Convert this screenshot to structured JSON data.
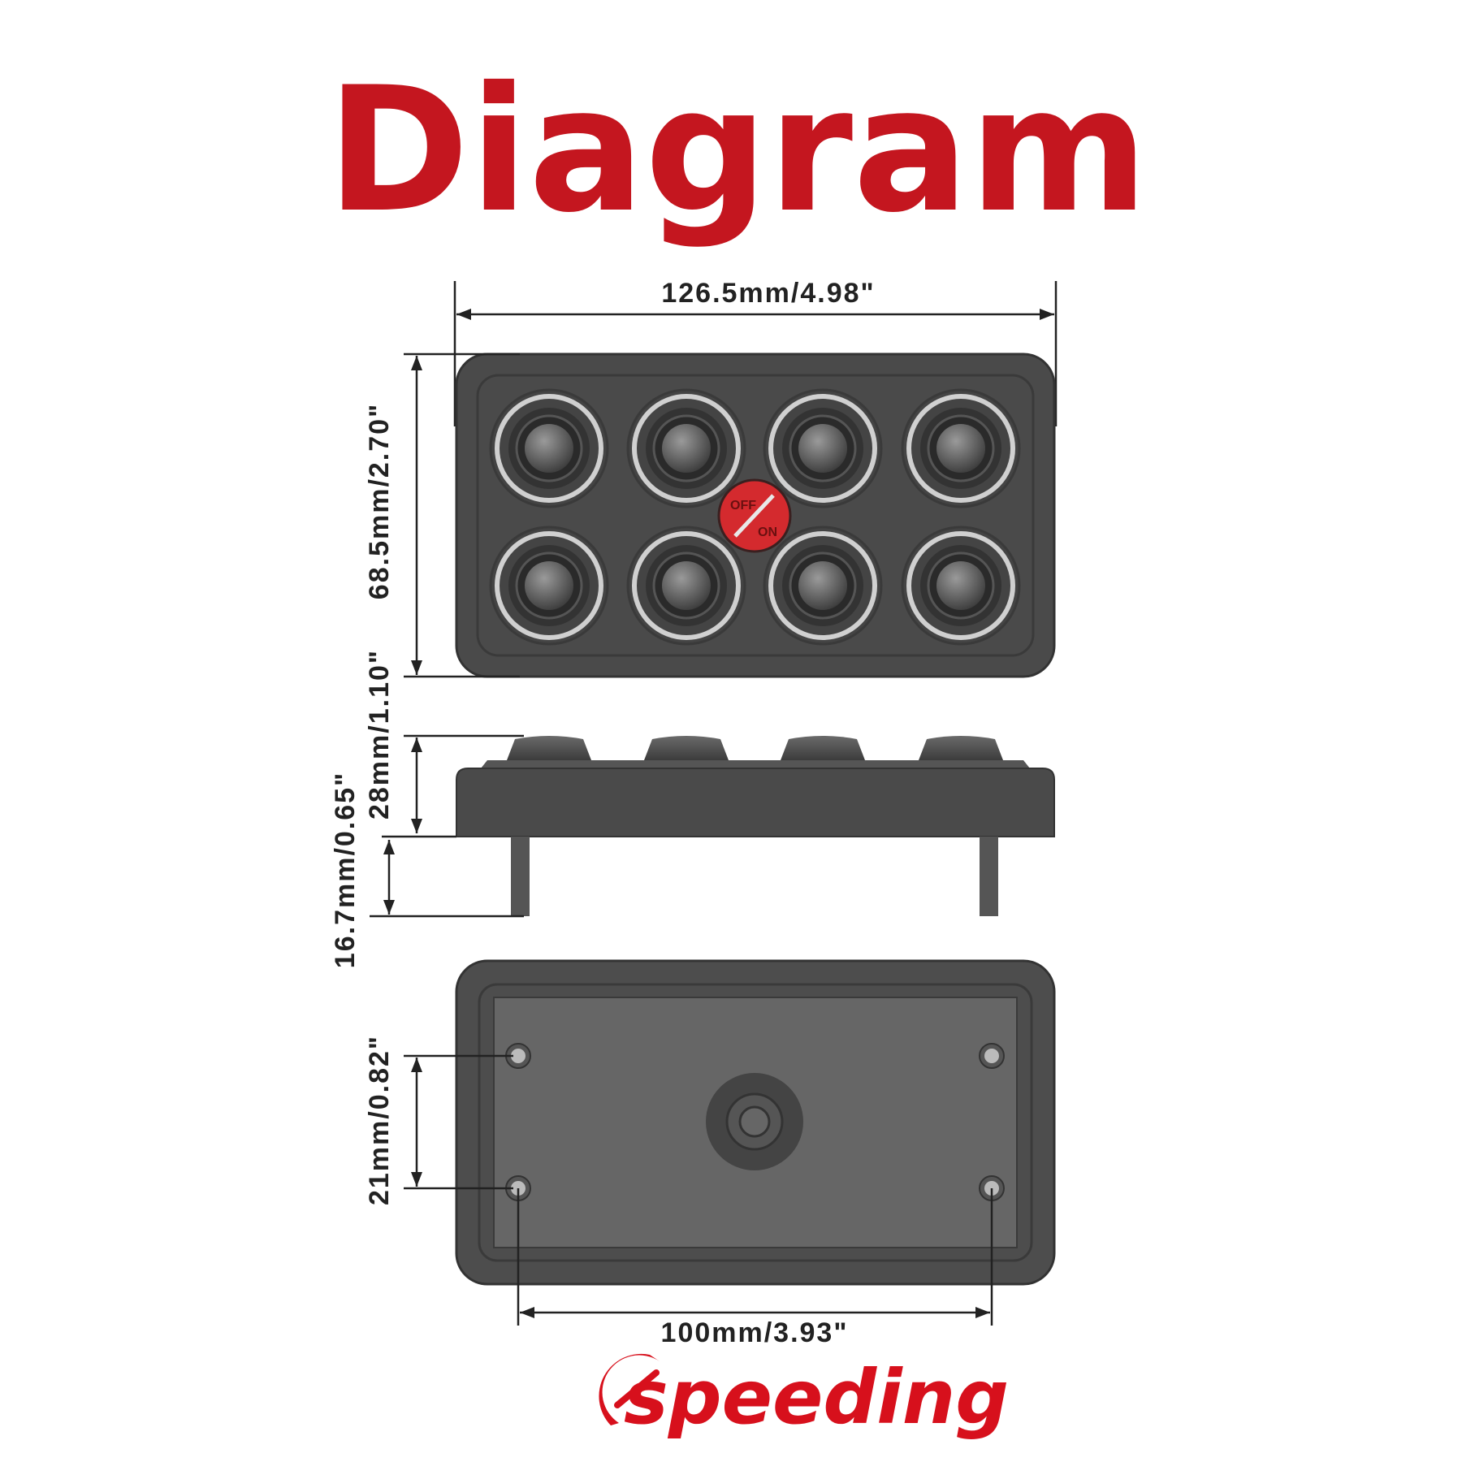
{
  "title": "Diagram",
  "dimensions": {
    "width": "126.5mm/4.98\"",
    "height": "68.5mm/2.70\"",
    "depth": "28mm/1.10\"",
    "stud_length": "16.7mm/0.65\"",
    "hole_spacing_vertical": "21mm/0.82\"",
    "hole_spacing_horizontal": "100mm/3.93\""
  },
  "power_button": {
    "off_label": "OFF",
    "on_label": "ON",
    "color": "#d42a2e"
  },
  "brand": {
    "logo_text": "speeding",
    "color": "#d7101c"
  },
  "colors": {
    "title": "#c4161f",
    "body": "#4a4a4a"
  }
}
